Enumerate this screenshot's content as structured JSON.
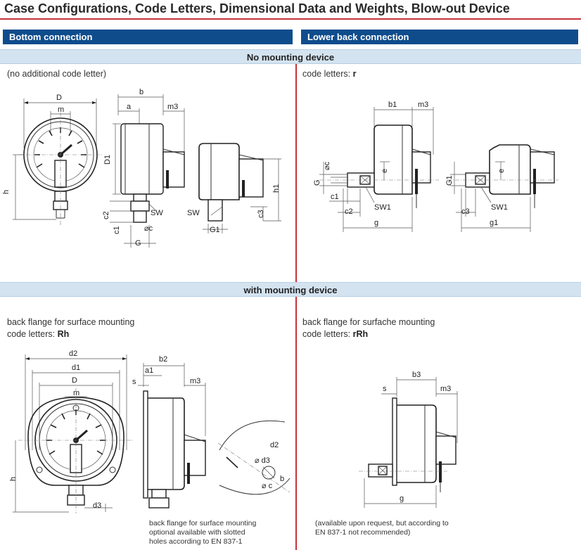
{
  "title": "Case Configurations, Code Letters, Dimensional Data and Weights, Blow-out Device",
  "headers": {
    "left": "Bottom connection",
    "right": "Lower back connection"
  },
  "bands": {
    "no_mounting": "No mounting device",
    "with_mounting": "with mounting device"
  },
  "bottom_no_mount": {
    "caption": "(no additional code letter)",
    "labels": {
      "D": "D",
      "m": "m",
      "h": "h",
      "b": "b",
      "a": "a",
      "m3": "m3",
      "D1": "D1",
      "c2": "c2",
      "c1": "c1",
      "SW": "SW",
      "dc": "⌀c",
      "G": "G",
      "h1": "h1",
      "c3": "c3",
      "G1": "G1"
    }
  },
  "back_no_mount": {
    "caption_prefix": "code letters: ",
    "code": "r",
    "labels": {
      "b1": "b1",
      "m3": "m3",
      "dc": "⌀c",
      "G": "G",
      "e": "e",
      "c1": "c1",
      "c2": "c2",
      "SW1": "SW1",
      "g": "g",
      "G1": "G1",
      "c3": "c3",
      "g1": "g1"
    }
  },
  "bottom_mount": {
    "caption_line1": "back flange for surface mounting",
    "caption_prefix": "code letters: ",
    "code": "Rh",
    "labels": {
      "d2": "d2",
      "d1": "d1",
      "D": "D",
      "m": "m",
      "h": "h",
      "d3": "d3",
      "s": "s",
      "a1": "a1",
      "b2": "b2",
      "m3": "m3",
      "detail_d2": "d2",
      "phi_d3": "⌀ d3",
      "phi_c": "⌀ c",
      "b": "b"
    },
    "note": [
      "back flange for surface mounting",
      "optional available with slotted",
      "holes according to EN 837-1"
    ]
  },
  "back_mount": {
    "caption_line1": "back flange for surfache mounting",
    "caption_prefix": "code letters: ",
    "code": "rRh",
    "labels": {
      "b3": "b3",
      "s": "s",
      "m3": "m3",
      "g": "g"
    },
    "note": [
      "(available upon request, but according to",
      "EN 837-1 not recommended)"
    ]
  },
  "colors": {
    "accent": "#c8323c",
    "header": "#0f4c8c",
    "band": "#d4e3f0"
  }
}
